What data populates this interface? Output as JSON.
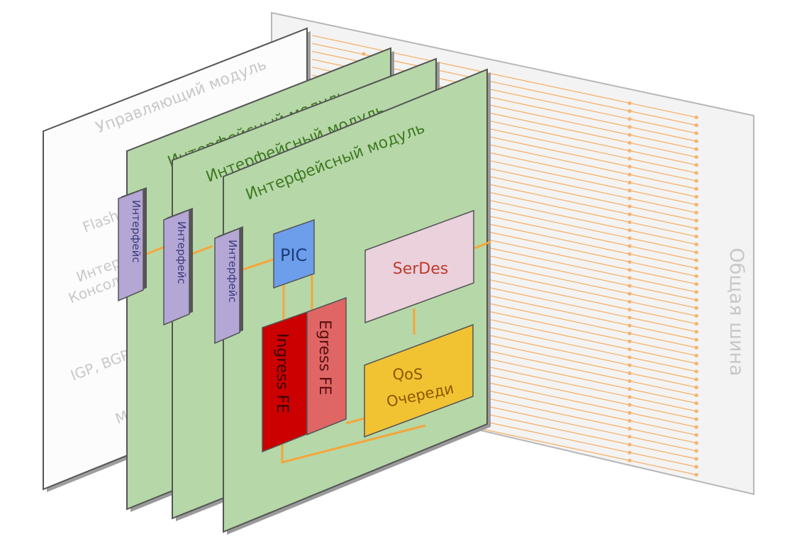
{
  "backplane": {
    "title": "Общая шина"
  },
  "control_module": {
    "title": "Управляющий модуль",
    "items": [
      "Flash",
      "Интерфейс",
      "Консоль",
      "IGP, BGP",
      "M"
    ]
  },
  "interface_modules": {
    "title": "Интерфейсный модуль",
    "interface_label": "Интерфейс"
  },
  "blocks": {
    "pic": "PIC",
    "serdes": "SerDes",
    "ingress": "Ingress FE",
    "egress": "Egress FE",
    "qos_line1": "QoS",
    "qos_line2": "Очереди"
  },
  "colors": {
    "card_green": "#b6d7a8",
    "interface_purple": "#b4a7d6",
    "pic_blue": "#6d9eeb",
    "serdes_pink": "#ead1dc",
    "ingress_red": "#cc0000",
    "egress_red": "#e06666",
    "qos_yellow": "#f1c232",
    "bus_orange": "#f6b26b",
    "link_orange": "#f6a53a"
  }
}
